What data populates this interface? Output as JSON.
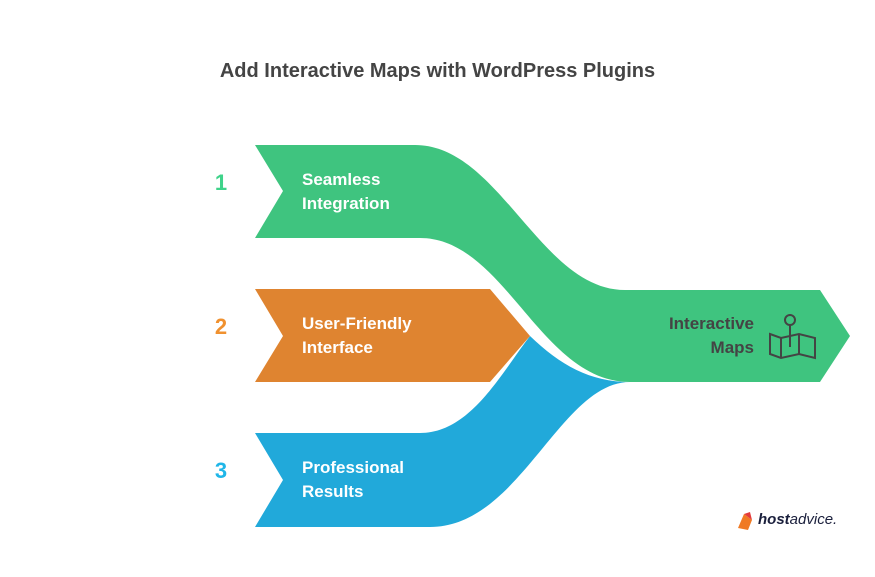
{
  "title": "Add Interactive Maps with WordPress Plugins",
  "items": [
    {
      "number": "1",
      "label_line1": "Seamless",
      "label_line2": "Integration",
      "color": "#3fc47f",
      "number_color": "#3fd38a"
    },
    {
      "number": "2",
      "label_line1": "User-Friendly",
      "label_line2": "Interface",
      "color": "#df8430",
      "number_color": "#f0912f"
    },
    {
      "number": "3",
      "label_line1": "Professional",
      "label_line2": "Results",
      "color": "#21a9da",
      "number_color": "#1fb6e8"
    }
  ],
  "output": {
    "line1": "Interactive",
    "line2": "Maps",
    "icon": "map-pin-icon"
  },
  "brand": {
    "bold": "host",
    "light": "advice."
  }
}
